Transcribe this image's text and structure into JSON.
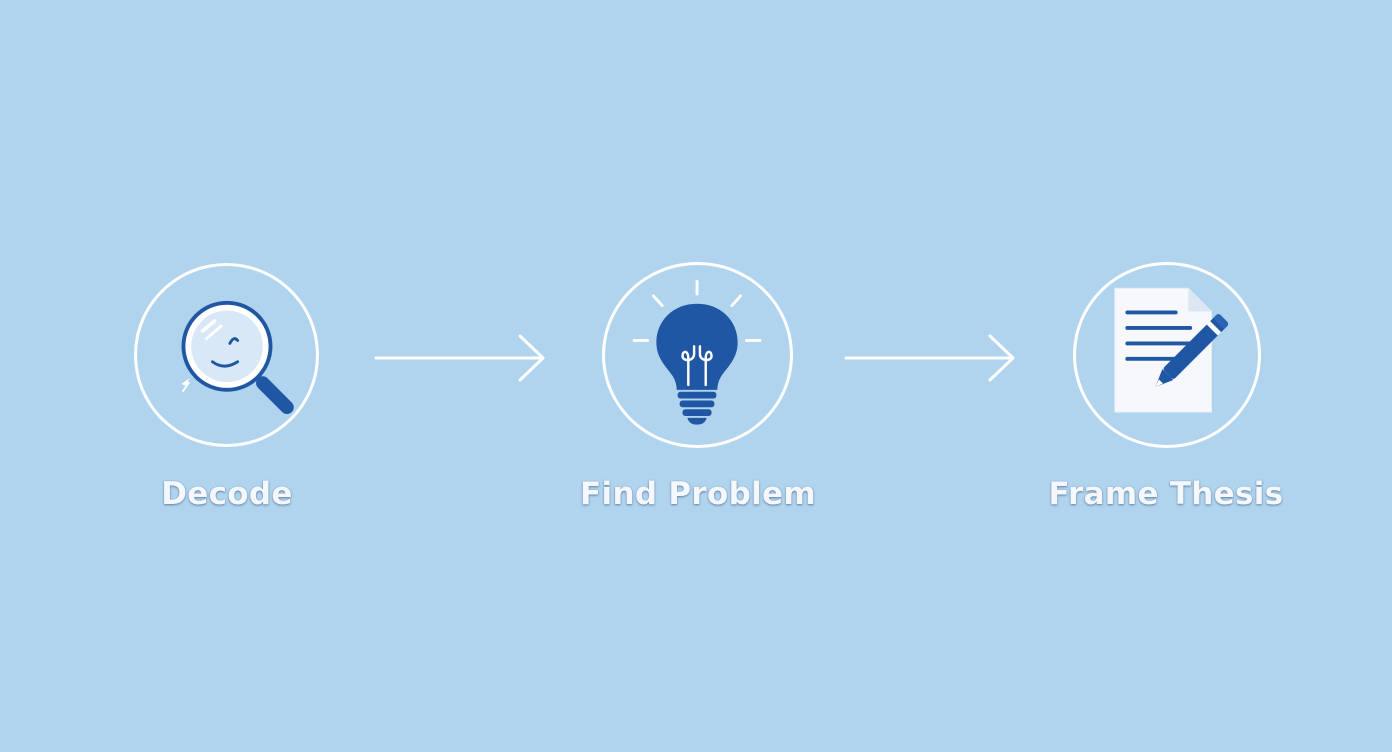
{
  "diagram": {
    "steps": [
      {
        "label": "Decode",
        "icon": "magnifying-glass-icon"
      },
      {
        "label": "Find Problem",
        "icon": "lightbulb-icon"
      },
      {
        "label": "Frame Thesis",
        "icon": "document-pen-icon"
      }
    ],
    "connectors": [
      "arrow-right-icon",
      "arrow-right-icon"
    ]
  },
  "colors": {
    "background": "#B0D3EE",
    "icon_primary": "#2057A4",
    "outline": "#FFFFFF",
    "paper": "#F6F8FC",
    "label_text": "#F4F8FC"
  }
}
